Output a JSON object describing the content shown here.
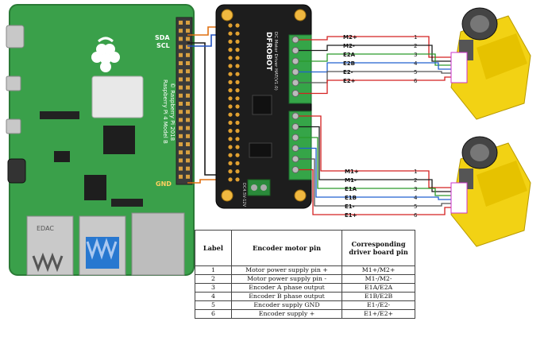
{
  "pi": {
    "model_text": "Raspberry Pi 4 Model B",
    "copyright_text": "© Raspberry Pi 2018",
    "edac_label": "EDAC",
    "sda_label": "SDA",
    "scl_label": "SCL",
    "gnd_label": "GND"
  },
  "hat": {
    "brand": "DFROBOT",
    "model": "DC Motor Driver HAT(V1.0)",
    "power_label": "DC4.5V-12V"
  },
  "motor_top": {
    "pins": [
      "M2+",
      "M2-",
      "E2A",
      "E2B",
      "E2-",
      "E2+"
    ],
    "numbers": [
      "1",
      "2",
      "3",
      "4",
      "5",
      "6"
    ]
  },
  "motor_bottom": {
    "pins": [
      "M1+",
      "M1-",
      "E1A",
      "E1B",
      "E1-",
      "E1+"
    ],
    "numbers": [
      "1",
      "2",
      "3",
      "4",
      "5",
      "6"
    ]
  },
  "wire_colors": [
    "#d42020",
    "#1a1a1a",
    "#2a9a2a",
    "#2060d0",
    "#555555",
    "#d42020"
  ],
  "table": {
    "headers": [
      "Label",
      "Encoder motor pin",
      "Corresponding driver board pin"
    ],
    "rows": [
      [
        "1",
        "Motor power supply pin +",
        "M1+/M2+"
      ],
      [
        "2",
        "Motor power supply pin -",
        "M1-/M2-"
      ],
      [
        "3",
        "Encoder A phase output",
        "E1A/E2A"
      ],
      [
        "4",
        "Encoder B phase output",
        "E1B/E2B"
      ],
      [
        "5",
        "Encoder supply GND",
        "E1-/E2-"
      ],
      [
        "6",
        "Encoder supply +",
        "E1+/E2+"
      ]
    ]
  }
}
